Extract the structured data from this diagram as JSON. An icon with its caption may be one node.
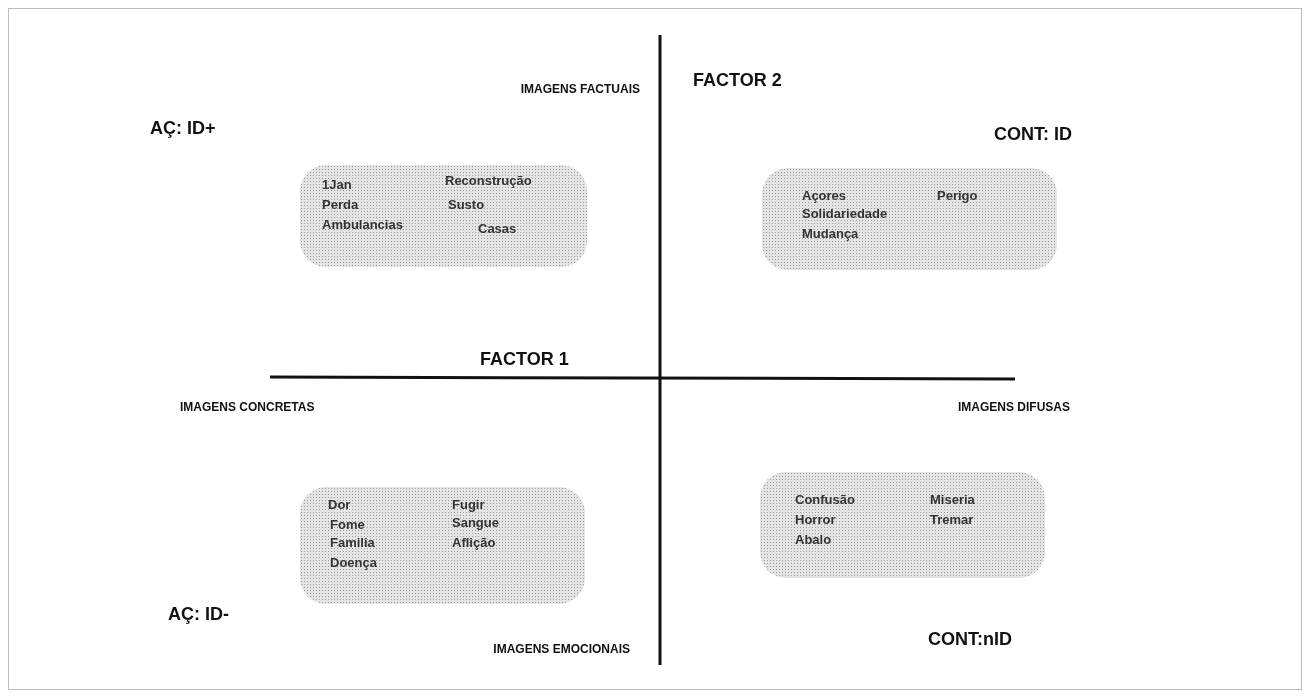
{
  "diagram": {
    "nodes": [
      {
        "text": [
          "1Jan",
          "Reconstrução",
          "Perda",
          "Susto",
          "Ambulancias",
          "Casas"
        ]
      },
      {
        "text": [
          "Açores",
          "Perigo",
          "Solidariedade",
          "Mudança"
        ]
      },
      {
        "text": [
          "Dor",
          "Fugir",
          "Fome",
          "Sangue",
          "Familia",
          "Aflição",
          "Doença"
        ]
      },
      {
        "text": [
          "Confusão",
          "Miseria",
          "Horror",
          "Tremar",
          "Abalo"
        ]
      }
    ],
    "edges": [],
    "labels": [
      "IMAGENS FACTUAIS",
      "FACTOR 2",
      "AÇ: ID+",
      "CONT: ID",
      "FACTOR 1",
      "IMAGENS CONCRETAS",
      "IMAGENS DIFUSAS",
      "AÇ: ID-",
      "IMAGENS EMOCIONAIS",
      "CONT:nID"
    ]
  }
}
